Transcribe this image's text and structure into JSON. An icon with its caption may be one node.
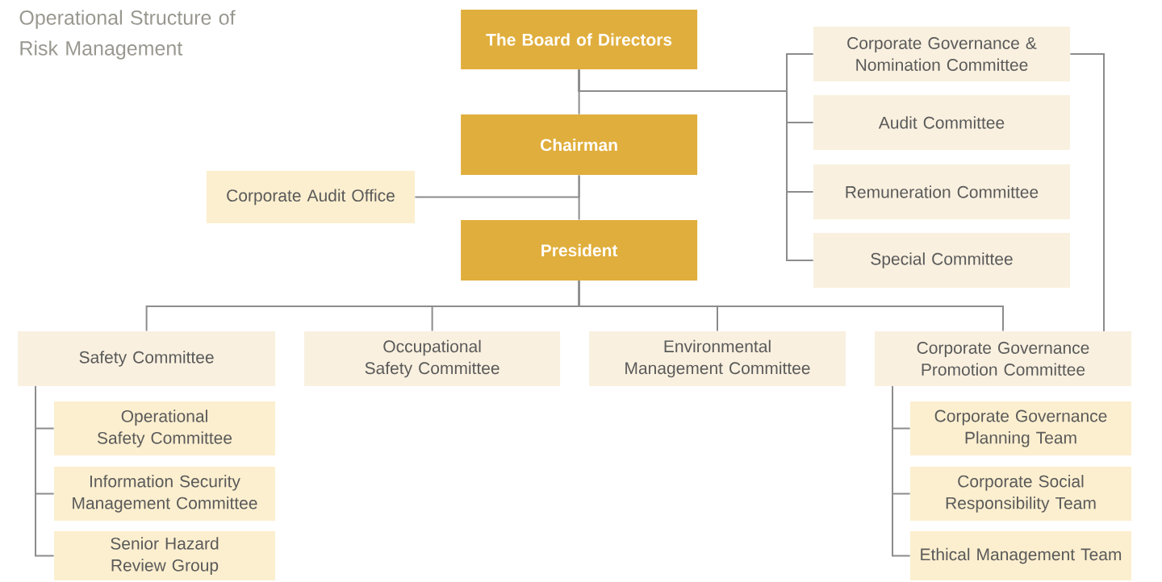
{
  "diagram": {
    "title": "Operational Structure of Risk Management",
    "nodes": [
      {
        "text": [
          "The Board of Directors"
        ]
      },
      {
        "text": [
          "Chairman"
        ]
      },
      {
        "text": [
          "Corporate Audit Office"
        ]
      },
      {
        "text": [
          "President"
        ]
      },
      {
        "text": [
          "Corporate Governance & Nomination Committee"
        ]
      },
      {
        "text": [
          "Audit Committee"
        ]
      },
      {
        "text": [
          "Remuneration Committee"
        ]
      },
      {
        "text": [
          "Special Committee"
        ]
      },
      {
        "text": [
          "Safety Committee"
        ]
      },
      {
        "text": [
          "Occupational Safety Committee"
        ]
      },
      {
        "text": [
          "Environmental Management Committee"
        ]
      },
      {
        "text": [
          "Corporate Governance Promotion Committee"
        ]
      },
      {
        "text": [
          "Operational Safety Committee"
        ]
      },
      {
        "text": [
          "Information Security Management Committee"
        ]
      },
      {
        "text": [
          "Senior Hazard Review Group"
        ]
      },
      {
        "text": [
          "Corporate Governance Planning Team"
        ]
      },
      {
        "text": [
          "Corporate Social Responsibility Team"
        ]
      },
      {
        "text": [
          "Ethical Management Team"
        ]
      }
    ],
    "edges": [
      {
        "from": 0,
        "to": 1,
        "arrow": "none"
      },
      {
        "from": 1,
        "to": 2,
        "arrow": "none"
      },
      {
        "from": 1,
        "to": 3,
        "arrow": "none"
      },
      {
        "from": 0,
        "to": 4,
        "arrow": "none"
      },
      {
        "from": 0,
        "to": 5,
        "arrow": "none"
      },
      {
        "from": 0,
        "to": 6,
        "arrow": "none"
      },
      {
        "from": 0,
        "to": 7,
        "arrow": "none"
      },
      {
        "from": 3,
        "to": 8,
        "arrow": "none"
      },
      {
        "from": 3,
        "to": 9,
        "arrow": "none"
      },
      {
        "from": 3,
        "to": 10,
        "arrow": "none"
      },
      {
        "from": 3,
        "to": 11,
        "arrow": "none"
      },
      {
        "from": 4,
        "to": 11,
        "arrow": "none"
      },
      {
        "from": 8,
        "to": 12,
        "arrow": "none"
      },
      {
        "from": 8,
        "to": 13,
        "arrow": "none"
      },
      {
        "from": 8,
        "to": 14,
        "arrow": "none"
      },
      {
        "from": 11,
        "to": 15,
        "arrow": "none"
      },
      {
        "from": 11,
        "to": 16,
        "arrow": "none"
      },
      {
        "from": 11,
        "to": 17,
        "arrow": "none"
      }
    ]
  }
}
